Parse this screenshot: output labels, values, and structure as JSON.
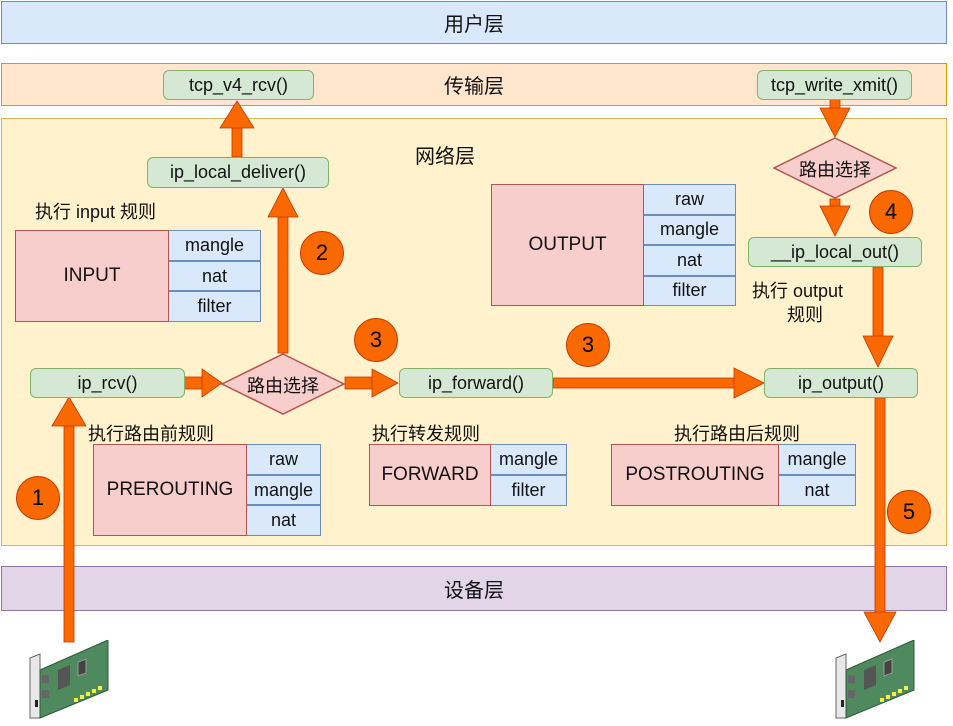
{
  "layers": {
    "user": "用户层",
    "transport": "传输层",
    "network": "网络层",
    "device": "设备层"
  },
  "functions": {
    "tcp_v4_rcv": "tcp_v4_rcv()",
    "tcp_write_xmit": "tcp_write_xmit()",
    "ip_local_deliver": "ip_local_deliver()",
    "ip_local_out": "__ip_local_out()",
    "ip_rcv": "ip_rcv()",
    "ip_forward": "ip_forward()",
    "ip_output": "ip_output()"
  },
  "decisions": {
    "routing_in": "路由选择",
    "routing_out": "路由选择"
  },
  "labels": {
    "input_rules": "执行 input 规则",
    "output_rules_1": "执行 output",
    "output_rules_2": "规则",
    "prerouting_rules": "执行路由前规则",
    "forward_rules": "执行转发规则",
    "postrouting_rules": "执行路由后规则"
  },
  "chains": {
    "input": {
      "name": "INPUT",
      "tables": [
        "mangle",
        "nat",
        "filter"
      ]
    },
    "output": {
      "name": "OUTPUT",
      "tables": [
        "raw",
        "mangle",
        "nat",
        "filter"
      ]
    },
    "prerouting": {
      "name": "PREROUTING",
      "tables": [
        "raw",
        "mangle",
        "nat"
      ]
    },
    "forward": {
      "name": "FORWARD",
      "tables": [
        "mangle",
        "filter"
      ]
    },
    "postrouting": {
      "name": "POSTROUTING",
      "tables": [
        "mangle",
        "nat"
      ]
    }
  },
  "steps": {
    "s1": "1",
    "s2": "2",
    "s3a": "3",
    "s3b": "3",
    "s4": "4",
    "s5": "5"
  },
  "colors": {
    "arrow": "#fa6800",
    "step_badge": "#fa6800",
    "function_box": "#d5e8d4",
    "chain_box": "#f8cecc",
    "table_box": "#dae8fc"
  }
}
